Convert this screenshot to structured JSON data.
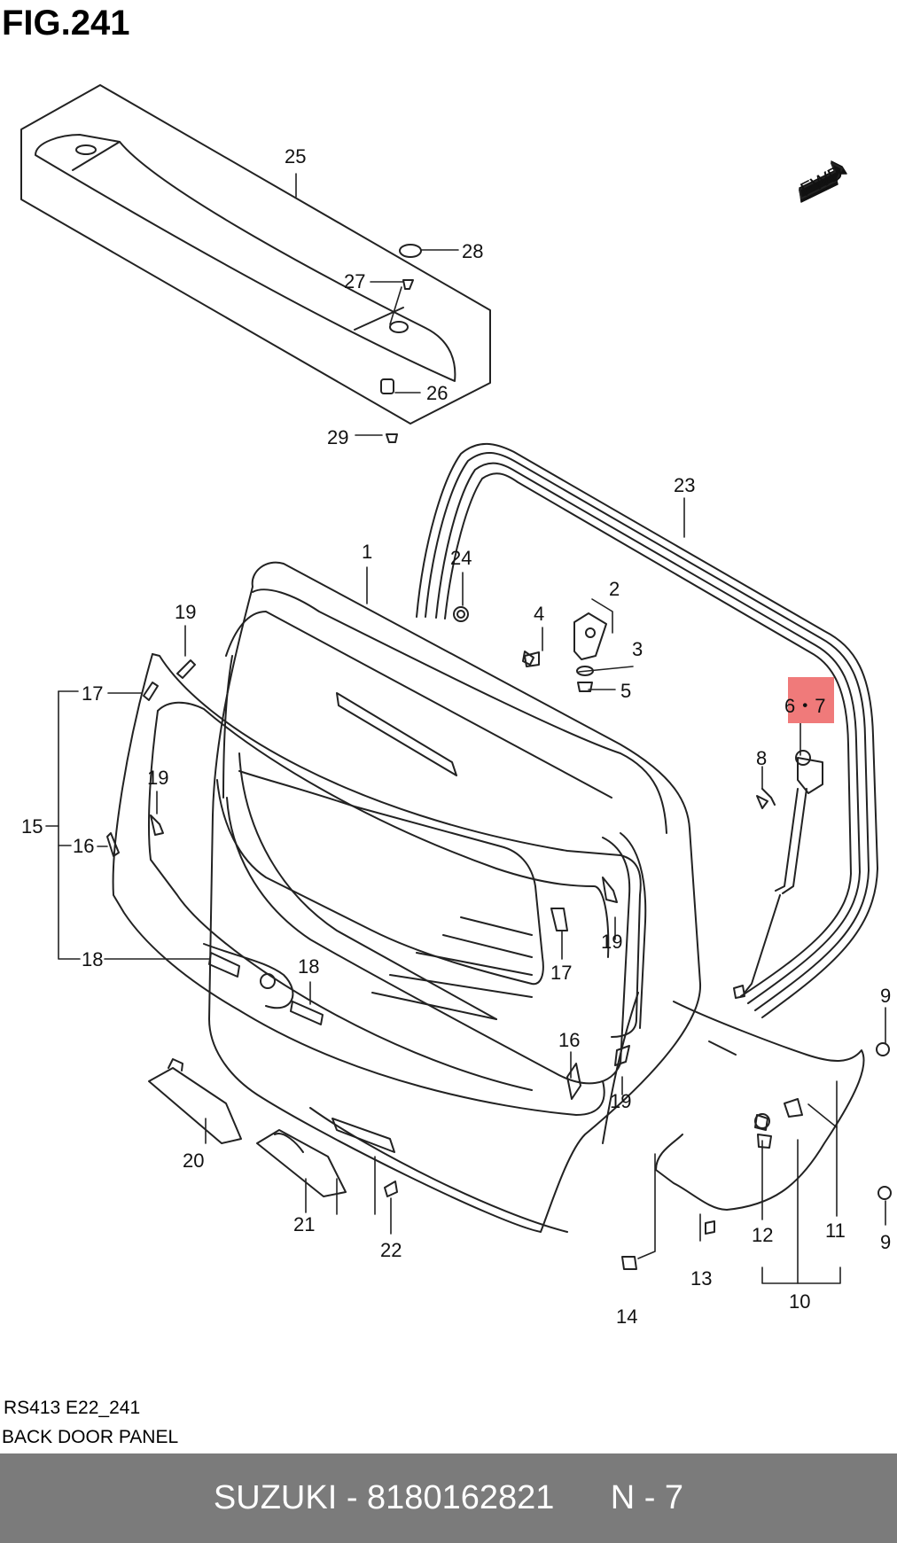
{
  "figure": {
    "title": "FIG.241"
  },
  "callouts": [
    {
      "id": "c1",
      "text": "1"
    },
    {
      "id": "c2",
      "text": "2"
    },
    {
      "id": "c3",
      "text": "3"
    },
    {
      "id": "c4",
      "text": "4"
    },
    {
      "id": "c5",
      "text": "5"
    },
    {
      "id": "c67",
      "text": "6・7"
    },
    {
      "id": "c8",
      "text": "8"
    },
    {
      "id": "c9a",
      "text": "9"
    },
    {
      "id": "c9b",
      "text": "9"
    },
    {
      "id": "c10",
      "text": "10"
    },
    {
      "id": "c11",
      "text": "11"
    },
    {
      "id": "c12",
      "text": "12"
    },
    {
      "id": "c13",
      "text": "13"
    },
    {
      "id": "c14",
      "text": "14"
    },
    {
      "id": "c15",
      "text": "15"
    },
    {
      "id": "c16a",
      "text": "16"
    },
    {
      "id": "c16b",
      "text": "16"
    },
    {
      "id": "c17a",
      "text": "17"
    },
    {
      "id": "c17b",
      "text": "17"
    },
    {
      "id": "c18a",
      "text": "18"
    },
    {
      "id": "c18b",
      "text": "18"
    },
    {
      "id": "c19a",
      "text": "19"
    },
    {
      "id": "c19b",
      "text": "19"
    },
    {
      "id": "c19c",
      "text": "19"
    },
    {
      "id": "c19d",
      "text": "19"
    },
    {
      "id": "c20",
      "text": "20"
    },
    {
      "id": "c21",
      "text": "21"
    },
    {
      "id": "c22",
      "text": "22"
    },
    {
      "id": "c23",
      "text": "23"
    },
    {
      "id": "c24",
      "text": "24"
    },
    {
      "id": "c25",
      "text": "25"
    },
    {
      "id": "c26",
      "text": "26"
    },
    {
      "id": "c27",
      "text": "27"
    },
    {
      "id": "c28",
      "text": "28"
    },
    {
      "id": "c29",
      "text": "29"
    }
  ],
  "highlight": {
    "callout": "6・7",
    "color": "#f07a7a"
  },
  "fwd_badge": "FWD",
  "caption": {
    "code": "RS413 E22_241",
    "name": "BACK DOOR PANEL"
  },
  "footer": {
    "text": "SUZUKI - 8180162821      N - 7",
    "background": "#7b7b7b",
    "color": "#ffffff"
  }
}
